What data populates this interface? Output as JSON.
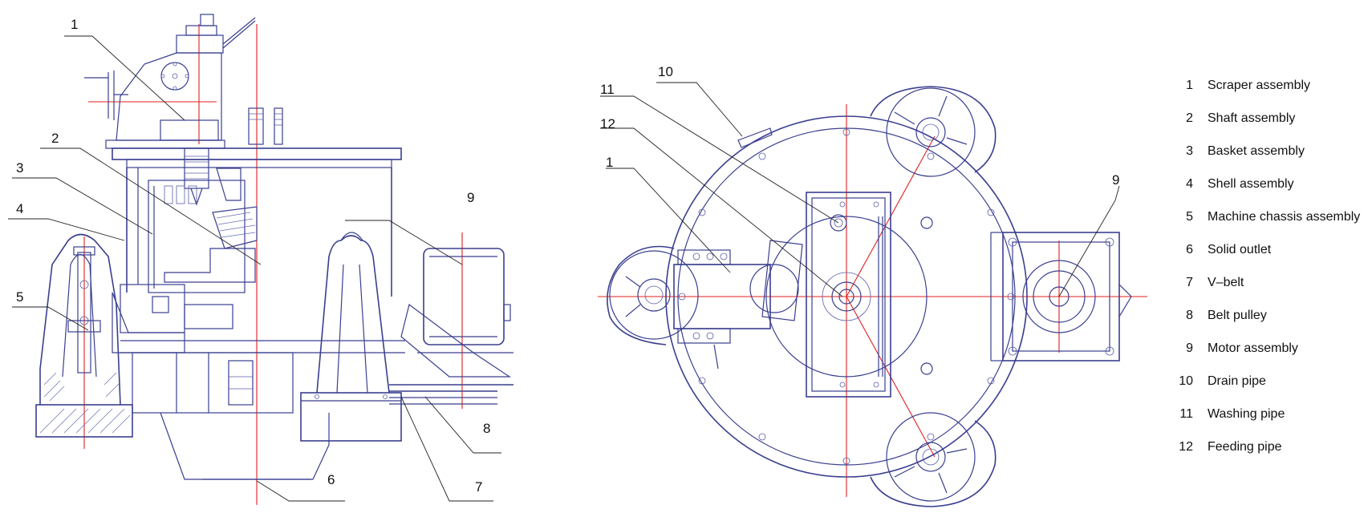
{
  "callouts": {
    "c1": "1",
    "c2": "2",
    "c3": "3",
    "c4": "4",
    "c5": "5",
    "c6": "6",
    "c7": "7",
    "c8": "8",
    "c9": "9",
    "c9b": "9",
    "c10": "10",
    "c11": "11",
    "c12": "12",
    "c1b": "1"
  },
  "legend": [
    {
      "num": "1",
      "label": "Scraper assembly"
    },
    {
      "num": "2",
      "label": "Shaft assembly"
    },
    {
      "num": "3",
      "label": "Basket assembly"
    },
    {
      "num": "4",
      "label": "Shell assembly"
    },
    {
      "num": "5",
      "label": "Machine chassis assembly"
    },
    {
      "num": "6",
      "label": "Solid outlet"
    },
    {
      "num": "7",
      "label": "V–belt"
    },
    {
      "num": "8",
      "label": "Belt pulley"
    },
    {
      "num": "9",
      "label": "Motor assembly"
    },
    {
      "num": "10",
      "label": "Drain pipe"
    },
    {
      "num": "11",
      "label": "Washing pipe"
    },
    {
      "num": "12",
      "label": "Feeding pipe"
    }
  ],
  "colors": {
    "line": "#3a3f8f",
    "centerline": "#e0201e",
    "text": "#111111"
  }
}
